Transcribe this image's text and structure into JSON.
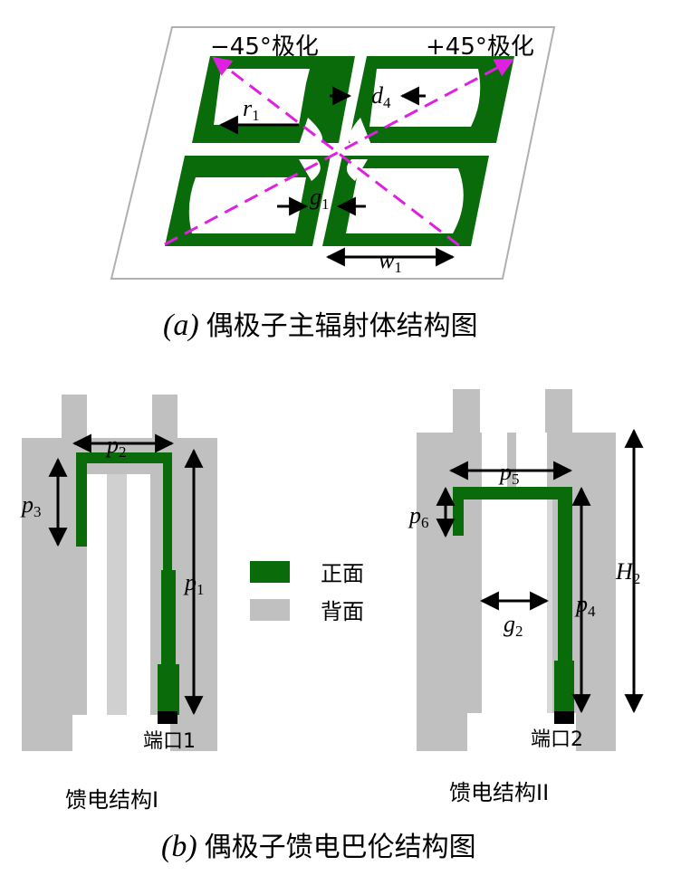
{
  "panel_a": {
    "pol_left": "−45°极化",
    "pol_right": "+45°极化",
    "dims": {
      "r1": "r",
      "r1_sub": "1",
      "d4": "d",
      "d4_sub": "4",
      "g1": "g",
      "g1_sub": "1",
      "w1": "w",
      "w1_sub": "1"
    },
    "caption_tag": "(a)",
    "caption": "偶极子主辐射体结构图"
  },
  "panel_b": {
    "feed1": {
      "dims": {
        "p1": "p",
        "p1_sub": "1",
        "p2": "p",
        "p2_sub": "2",
        "p3": "p",
        "p3_sub": "3"
      },
      "port": "端口1",
      "title": "馈电结构I"
    },
    "feed2": {
      "dims": {
        "p4": "p",
        "p4_sub": "4",
        "p5": "p",
        "p5_sub": "5",
        "p6": "p",
        "p6_sub": "6",
        "g2": "g",
        "g2_sub": "2",
        "H2": "H",
        "H2_sub": "2"
      },
      "port": "端口2",
      "title": "馈电结构II"
    },
    "legend": [
      {
        "label": "正面",
        "color": "#0a6b0a"
      },
      {
        "label": "背面",
        "color": "#c0c0c0"
      }
    ],
    "caption_tag": "(b)",
    "caption": "偶极子馈电巴伦结构图"
  },
  "colors": {
    "green": "#0a6b0a",
    "gray": "#c0c0c0",
    "magenta": "#e020e0"
  }
}
